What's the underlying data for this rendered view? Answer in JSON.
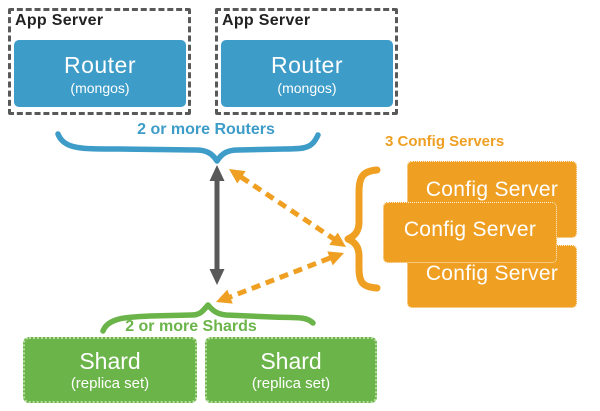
{
  "colors": {
    "blue": "#3d9cc8",
    "orange": "#efa023",
    "green": "#6bb44a",
    "gray": "#595959",
    "text_dark": "#222222",
    "white": "#ffffff"
  },
  "app_servers": [
    {
      "label": "App Server",
      "router": {
        "title": "Router",
        "subtitle": "(mongos)"
      }
    },
    {
      "label": "App Server",
      "router": {
        "title": "Router",
        "subtitle": "(mongos)"
      }
    }
  ],
  "annotations": {
    "routers_brace_label": "2 or more Routers",
    "config_brace_label": "3 Config Servers",
    "shards_brace_label": "2 or more Shards"
  },
  "config_servers": [
    {
      "label": "Config Server"
    },
    {
      "label": "Config Server"
    },
    {
      "label": "Config Server"
    }
  ],
  "shards": [
    {
      "title": "Shard",
      "subtitle": "(replica set)"
    },
    {
      "title": "Shard",
      "subtitle": "(replica set)"
    }
  ]
}
